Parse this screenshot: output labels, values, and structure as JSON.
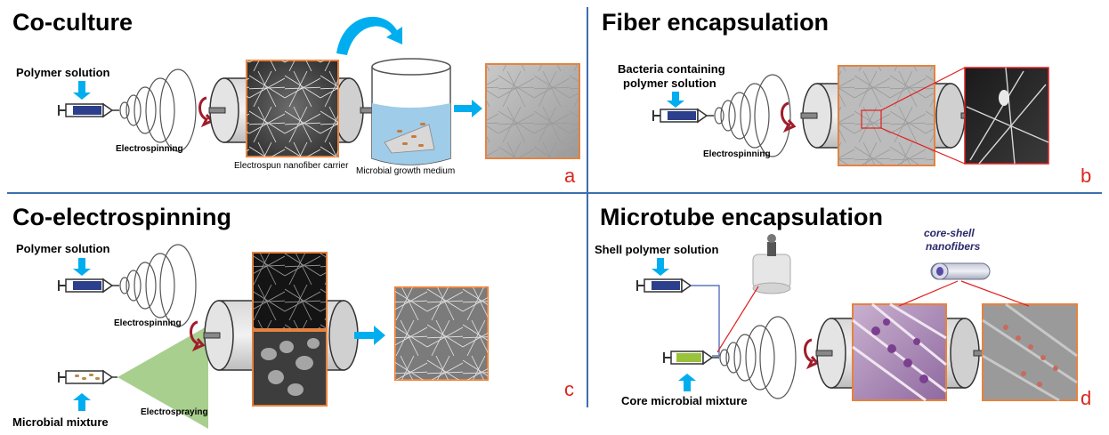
{
  "panels": {
    "a": {
      "title": "Co-culture",
      "letter": "a",
      "polymer_label": "Polymer solution",
      "electrospinning_label": "Electrospinning",
      "carrier_label": "Electrospun nanofiber carrier",
      "medium_label": "Microbial growth medium"
    },
    "b": {
      "title": "Fiber encapsulation",
      "letter": "b",
      "polymer_label_1": "Bacteria containing",
      "polymer_label_2": "polymer solution",
      "electrospinning_label": "Electrospinning"
    },
    "c": {
      "title": "Co-electrospinning",
      "letter": "c",
      "polymer_label": "Polymer solution",
      "electrospinning_label": "Electrospinning",
      "mixture_label": "Microbial mixture",
      "electrospraying_label": "Electrospraying"
    },
    "d": {
      "title": "Microtube encapsulation",
      "letter": "d",
      "shell_label": "Shell polymer solution",
      "core_label": "Core microbial mixture",
      "coreshell_1": "core-shell",
      "coreshell_2": "nanofibers"
    }
  },
  "colors": {
    "accent_arrow": "#00aeef",
    "image_border": "#e8823c",
    "divider": "#3b6fb0",
    "letter": "#d9281e",
    "rotation_arrow": "#a01c2a",
    "spray_cone": "#a8cf8e"
  }
}
